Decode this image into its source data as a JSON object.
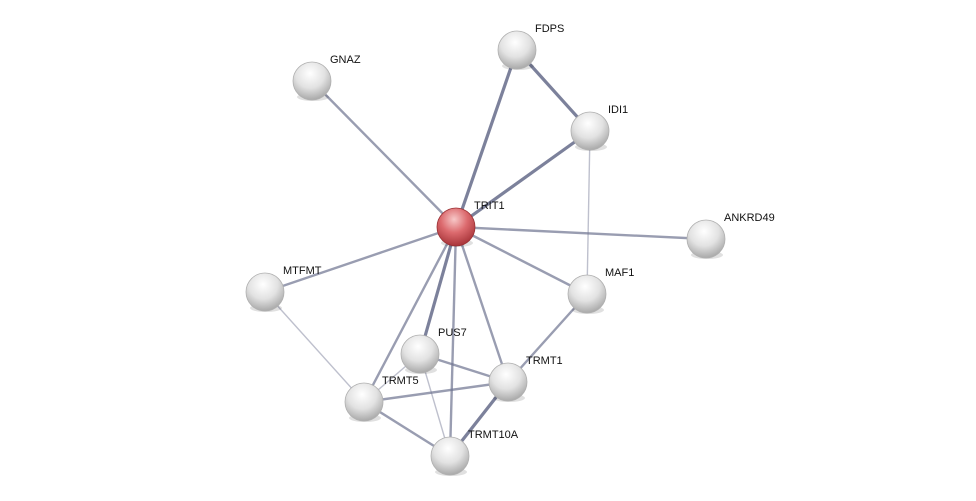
{
  "network": {
    "query_node": "TRIT1",
    "nodes": [
      "FDPS",
      "GNAZ",
      "IDI1",
      "TRIT1",
      "ANKRD49",
      "MTFMT",
      "MAF1",
      "PUS7",
      "TRMT1",
      "TRMT5",
      "TRMT10A"
    ],
    "edges": [
      {
        "a": "TRIT1",
        "b": "GNAZ",
        "strength": "medium"
      },
      {
        "a": "TRIT1",
        "b": "FDPS",
        "strength": "strong"
      },
      {
        "a": "TRIT1",
        "b": "IDI1",
        "strength": "strong"
      },
      {
        "a": "FDPS",
        "b": "IDI1",
        "strength": "strong"
      },
      {
        "a": "IDI1",
        "b": "MAF1",
        "strength": "weak"
      },
      {
        "a": "TRIT1",
        "b": "ANKRD49",
        "strength": "medium"
      },
      {
        "a": "TRIT1",
        "b": "MTFMT",
        "strength": "medium"
      },
      {
        "a": "TRIT1",
        "b": "MAF1",
        "strength": "medium"
      },
      {
        "a": "TRIT1",
        "b": "PUS7",
        "strength": "strong"
      },
      {
        "a": "TRIT1",
        "b": "TRMT1",
        "strength": "medium"
      },
      {
        "a": "TRIT1",
        "b": "TRMT5",
        "strength": "medium"
      },
      {
        "a": "TRIT1",
        "b": "TRMT10A",
        "strength": "medium"
      },
      {
        "a": "MAF1",
        "b": "TRMT1",
        "strength": "medium"
      },
      {
        "a": "MTFMT",
        "b": "TRMT5",
        "strength": "weak"
      },
      {
        "a": "PUS7",
        "b": "TRMT1",
        "strength": "medium"
      },
      {
        "a": "PUS7",
        "b": "TRMT10A",
        "strength": "weak"
      },
      {
        "a": "PUS7",
        "b": "TRMT5",
        "strength": "weak"
      },
      {
        "a": "TRMT5",
        "b": "TRMT1",
        "strength": "medium"
      },
      {
        "a": "TRMT5",
        "b": "TRMT10A",
        "strength": "medium"
      },
      {
        "a": "TRMT1",
        "b": "TRMT10A",
        "strength": "strong"
      }
    ],
    "colors": {
      "query": "#d9595f",
      "node": "#e4e4e4",
      "edge": "#6e7390"
    }
  }
}
